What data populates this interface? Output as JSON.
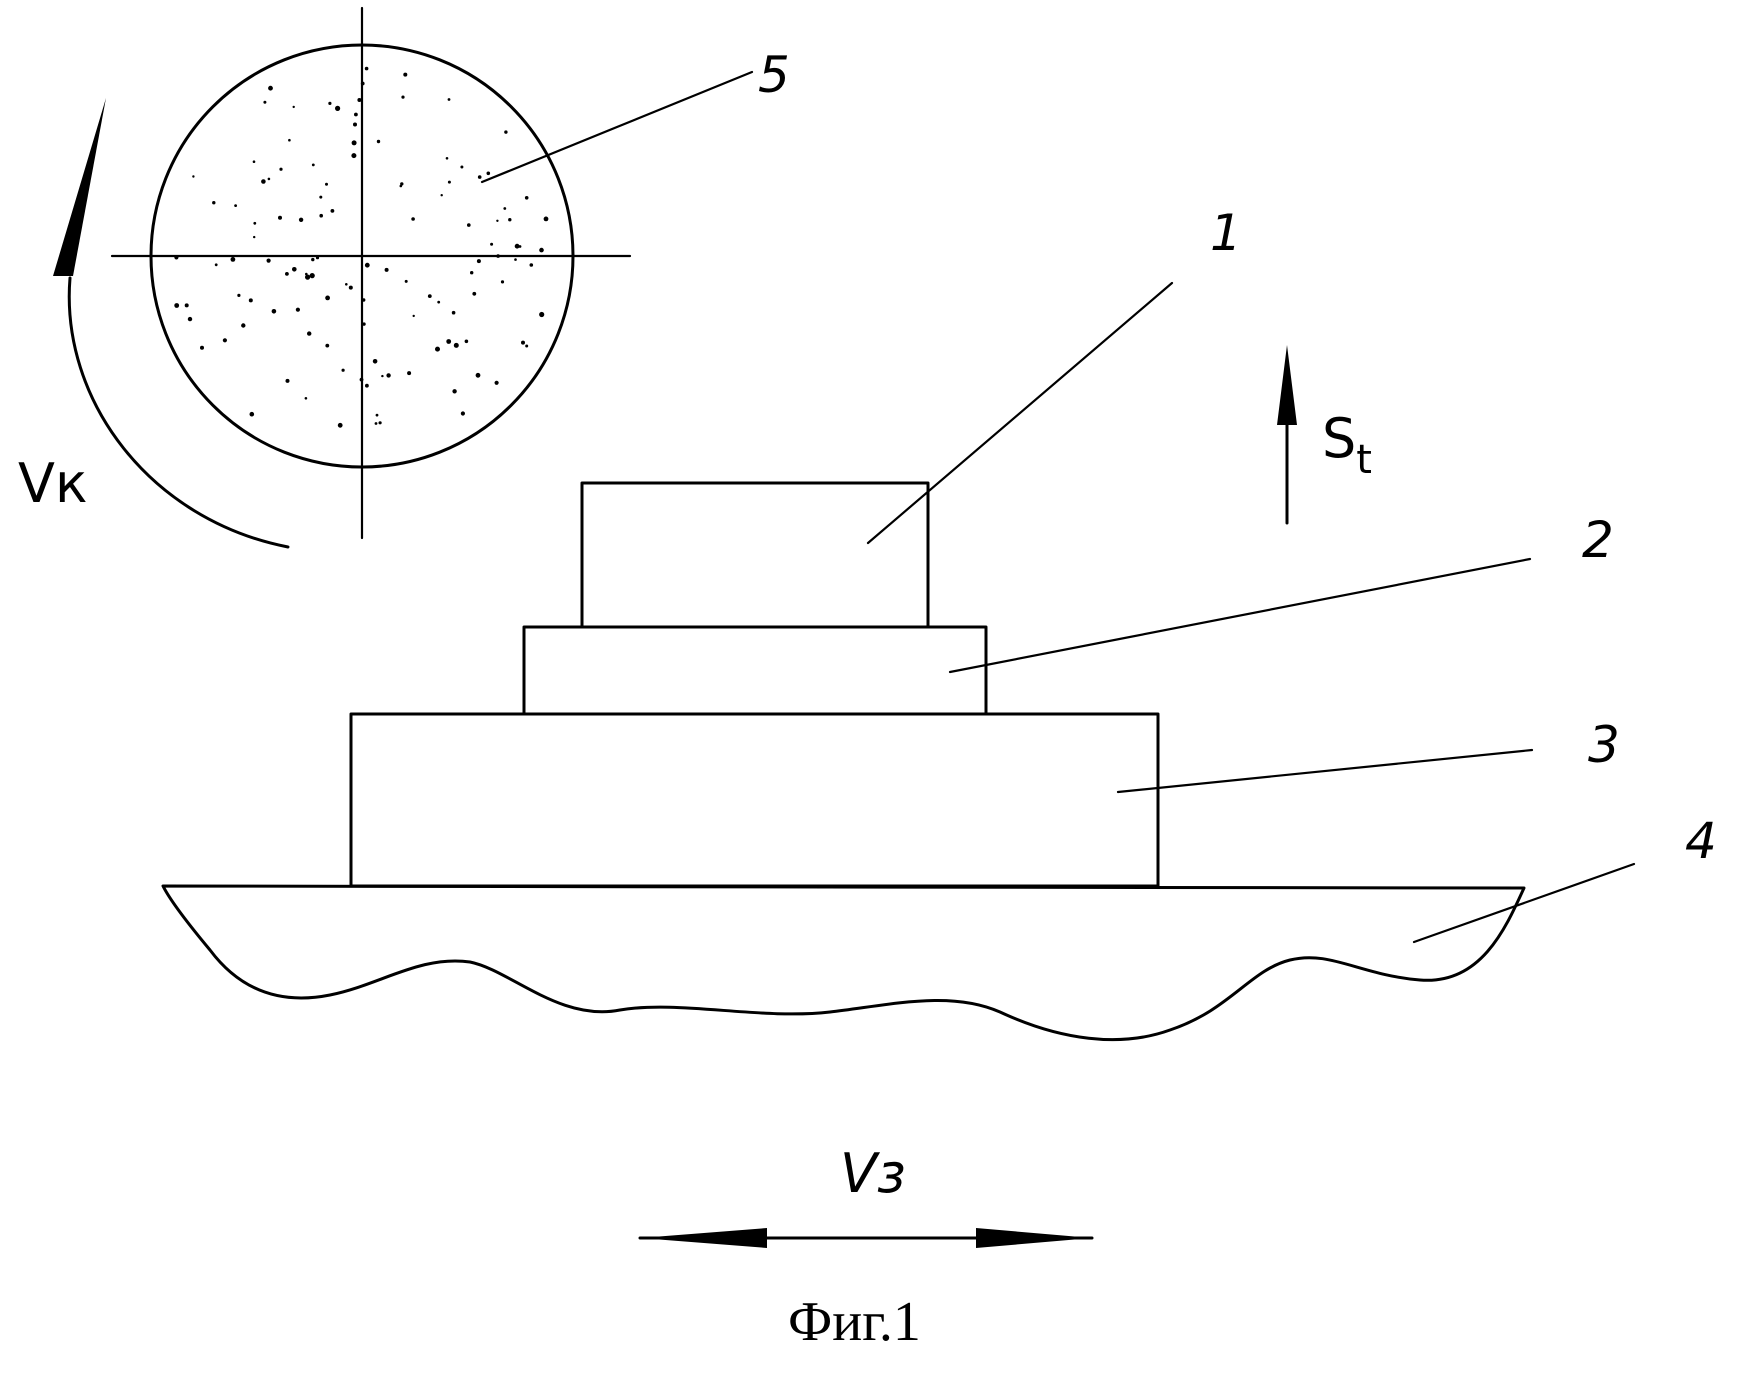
{
  "labels": {
    "part_1": "1",
    "part_2": "2",
    "part_3": "3",
    "part_4": "4",
    "part_5": "5"
  },
  "symbols": {
    "wheel_speed": "Vк",
    "workpiece_speed": "Vз",
    "feed_main": "S",
    "feed_sub": "t"
  },
  "caption": "Фиг.1"
}
